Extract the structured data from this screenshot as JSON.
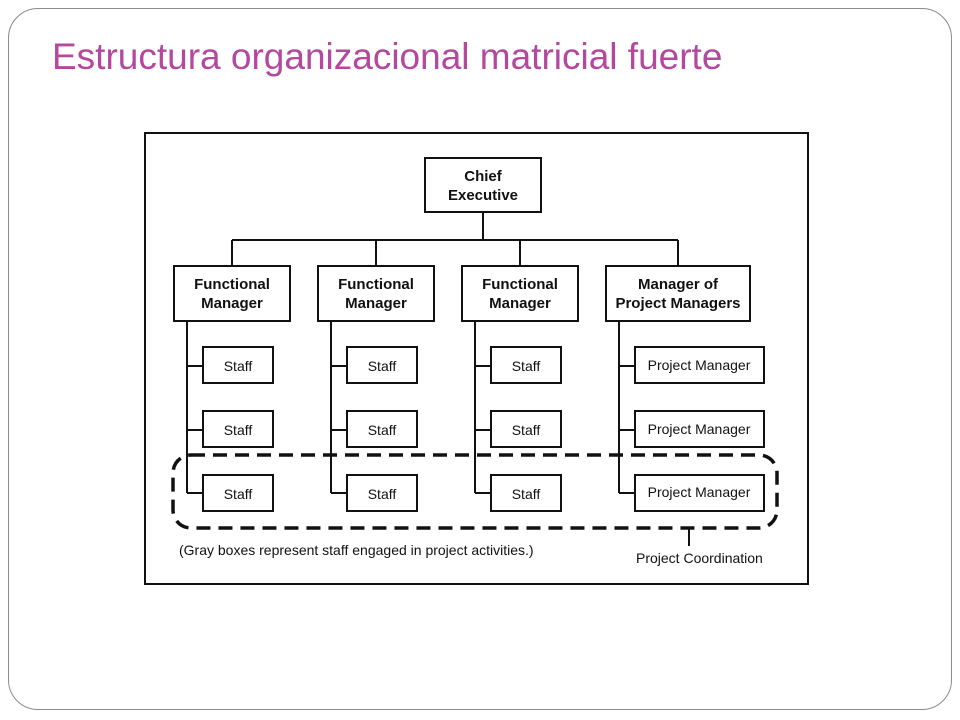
{
  "slide": {
    "title": "Estructura organizacional matricial fuerte"
  },
  "chart": {
    "chief": {
      "line1": "Chief",
      "line2": "Executive"
    },
    "managers": [
      {
        "line1": "Functional",
        "line2": "Manager",
        "items": [
          {
            "label": "Staff",
            "gray": true
          },
          {
            "label": "Staff",
            "gray": false
          },
          {
            "label": "Staff",
            "gray": true
          }
        ]
      },
      {
        "line1": "Functional",
        "line2": "Manager",
        "items": [
          {
            "label": "Staff",
            "gray": false
          },
          {
            "label": "Staff",
            "gray": true
          },
          {
            "label": "Staff",
            "gray": true
          }
        ]
      },
      {
        "line1": "Functional",
        "line2": "Manager",
        "items": [
          {
            "label": "Staff",
            "gray": false
          },
          {
            "label": "Staff",
            "gray": false
          },
          {
            "label": "Staff",
            "gray": true
          }
        ]
      },
      {
        "line1": "Manager of",
        "line2": "Project Managers",
        "items": [
          {
            "label": "Project Manager",
            "gray": false
          },
          {
            "label": "Project Manager",
            "gray": false
          },
          {
            "label": "Project Manager",
            "gray": true
          }
        ]
      }
    ],
    "note": "(Gray boxes represent staff engaged in project activities.)",
    "coordination_label": "Project Coordination",
    "colors": {
      "gray_box": "#d2d2d2",
      "title": "#b4489f"
    }
  }
}
